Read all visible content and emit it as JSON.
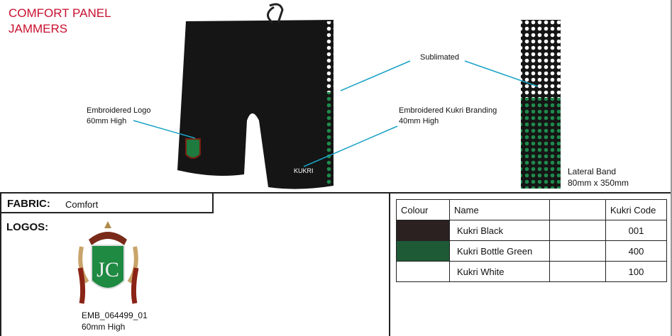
{
  "header": {
    "title_line1": "COMFORT PANEL",
    "title_line2": "JAMMERS"
  },
  "callouts": {
    "logo": {
      "line1": "Embroidered Logo",
      "line2": "60mm High"
    },
    "sublimated": "Sublimated",
    "branding": {
      "line1": "Embroidered Kukri Branding",
      "line2": "40mm High"
    },
    "band": {
      "line1": "Lateral Band",
      "line2": "80mm x 350mm"
    },
    "brand_mark": "KUKRI"
  },
  "fabric": {
    "label": "FABRIC:",
    "value": "Comfort"
  },
  "logos": {
    "label": "LOGOS:",
    "code": "EMB_064499_01",
    "size": "60mm High",
    "crest_text": "JC"
  },
  "colours": {
    "headers": [
      "Colour",
      "Name",
      "",
      "Kukri Code"
    ],
    "rows": [
      {
        "swatch": "#2a2120",
        "name": "Kukri Black",
        "code": "001"
      },
      {
        "swatch": "#1e5a36",
        "name": "Kukri Bottle Green",
        "code": "400"
      },
      {
        "swatch": "#ffffff",
        "name": "Kukri White",
        "code": "100"
      }
    ]
  },
  "accent_colors": {
    "title": "#c8102e",
    "callout_line": "#1ba3c6"
  }
}
